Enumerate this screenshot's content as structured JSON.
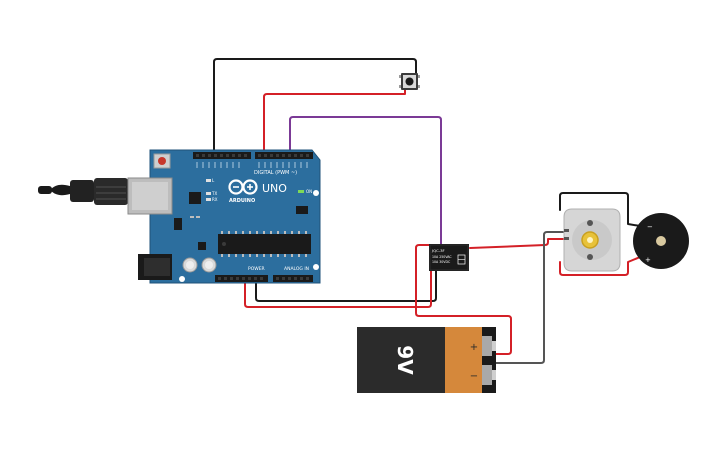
{
  "arduino": {
    "brand": "ARDUINO",
    "model": "UNO",
    "header_digital": "DIGITAL (PWM ~)",
    "header_power": "POWER",
    "header_analog": "ANALOG IN",
    "label_tx": "TX",
    "label_rx": "RX",
    "label_on": "ON",
    "label_l": "L"
  },
  "relay": {
    "line1": "JQC-3F",
    "line2": "10A 250VAC",
    "line3": "10A 30VDC"
  },
  "battery": {
    "label": "9V",
    "plus": "+",
    "minus": "−"
  },
  "buzzer": {
    "plus": "+",
    "minus": "−"
  },
  "colors": {
    "board": "#2c6e9e",
    "board_dark": "#1f5178",
    "wire_red": "#d42027",
    "wire_black": "#1a1a1a",
    "wire_purple": "#7b3a96",
    "wire_gray": "#555555",
    "battery_body": "#2b2b2b",
    "battery_cap": "#d5883b"
  }
}
